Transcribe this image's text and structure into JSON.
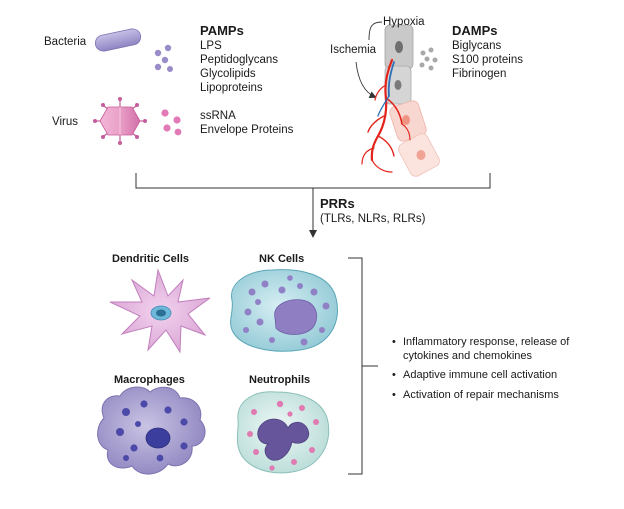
{
  "pamps": {
    "title": "PAMPs",
    "bacteria_label": "Bacteria",
    "virus_label": "Virus",
    "bacteria_items": [
      "LPS",
      "Peptidoglycans",
      "Glycolipids",
      "Lipoproteins"
    ],
    "virus_items": [
      "ssRNA",
      "Envelope Proteins"
    ]
  },
  "damps": {
    "title": "DAMPs",
    "hypoxia_label": "Hypoxia",
    "ischemia_label": "Ischemia",
    "items": [
      "Biglycans",
      "S100 proteins",
      "Fibrinogen"
    ]
  },
  "prrs": {
    "title": "PRRs",
    "subtitle": "(TLRs, NLRs, RLRs)"
  },
  "cells": {
    "dendritic": "Dendritic Cells",
    "nk": "NK Cells",
    "macrophages": "Macrophages",
    "neutrophils": "Neutrophils"
  },
  "outcomes": [
    "Inflammatory response, release of cytokines and chemokines",
    "Adaptive immune cell activation",
    "Activation of repair mechanisms"
  ],
  "colors": {
    "bacteria": "#a59ad0",
    "virus": "#dd6fb0",
    "blood_vessel": "#e2231a",
    "vein": "#2e6fb8",
    "nk_cell": "#bfe3ea",
    "macrophage": "#a9a2d0",
    "neutrophil": "#d6ecea",
    "nucleus": "#6c5ca8"
  }
}
